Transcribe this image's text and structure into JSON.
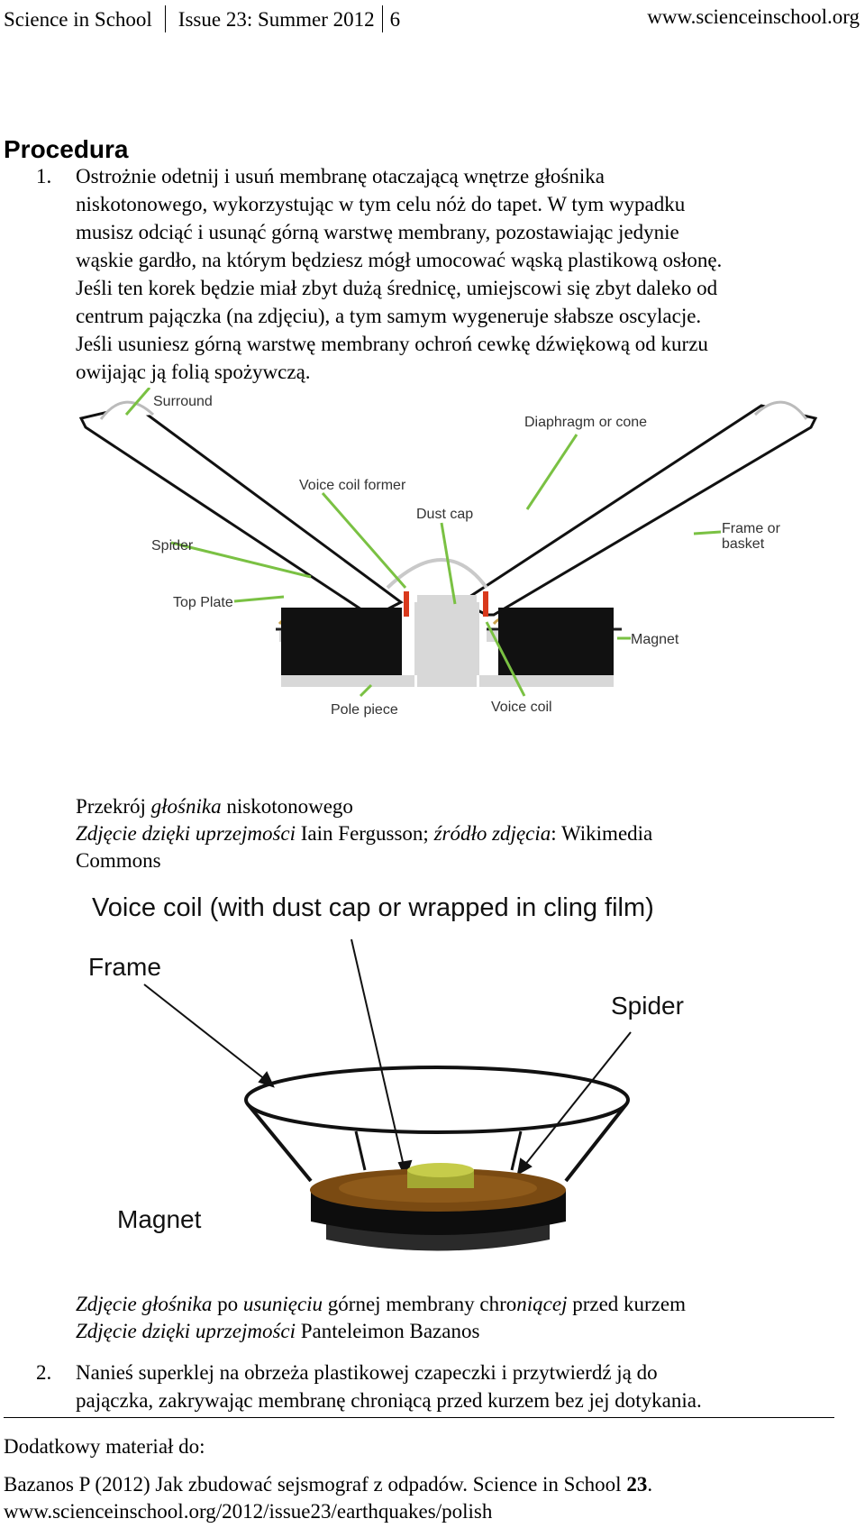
{
  "header": {
    "journal": "Science in School",
    "issue": "Issue 23: Summer 2012",
    "page": "6",
    "url": "www.scienceinschool.org"
  },
  "section_title": "Procedura",
  "step1": {
    "number": "1.",
    "lines": [
      "Ostrożnie odetnij i usuń membranę otaczającą wnętrze głośnika",
      "niskotonowego, wykorzystując w tym celu nóż do tapet. W tym wypadku",
      "musisz odciąć i usunąć górną warstwę membrany, pozostawiając jedynie",
      "wąskie gardło, na którym będziesz mógł umocować wąską plastikową osłonę.",
      "Jeśli ten korek będzie miał zbyt dużą średnicę, umiejscowi się zbyt daleko od",
      "centrum pajączka (na zdjęciu), a tym samym wygeneruje słabsze oscylacje.",
      "Jeśli usuniesz górną warstwę membrany ochroń cewkę dźwiękową od kurzu",
      "owijając ją folią spożywczą."
    ]
  },
  "diagram1": {
    "labels": {
      "surround": "Surround",
      "diaphragm": "Diaphragm or cone",
      "voice_coil_former": "Voice coil former",
      "dust_cap": "Dust cap",
      "frame_1": "Frame or",
      "frame_2": "basket",
      "spider": "Spider",
      "top_plate": "Top Plate",
      "magnet": "Magnet",
      "pole_piece": "Pole piece",
      "voice_coil": "Voice coil"
    },
    "colors": {
      "leader": "#7ac143",
      "magnet": "#111111",
      "plate": "#d8d8d8",
      "coil": "#d9391c",
      "spider": "#c8a04a"
    }
  },
  "caption1": {
    "line1_a": "Przekrój ",
    "line1_b": "głośnika",
    "line1_c": " niskotonowego",
    "line2_a": "Zdjęcie dzięki uprzejmości",
    "line2_b": " Iain Fergusson; ",
    "line2_c": "źródło zdjęcia",
    "line2_d": ": Wikimedia",
    "line3": "Commons"
  },
  "diagram2": {
    "title": "Voice coil (with dust cap or wrapped in cling film)",
    "frame": "Frame",
    "spider": "Spider",
    "magnet": "Magnet",
    "colors": {
      "ring": "#7a4a12",
      "coil": "#a3a832"
    }
  },
  "caption2": {
    "line1_a": "Zdjęcie głośnika",
    "line1_b": " po ",
    "line1_c": "usunięciu",
    "line1_d": " górnej membrany chro",
    "line1_e": "niącej",
    "line1_f": " przed kurzem",
    "line2_a": "Zdjęcie dzięki uprzejmości",
    "line2_b": " Panteleimon Bazanos"
  },
  "step2": {
    "number": "2.",
    "lines": [
      "Nanieś superklej na obrzeża plastikowej czapeczki i przytwierdź ją do",
      "pajączka, zakrywając membranę chroniącą przed kurzem bez jej dotykania."
    ]
  },
  "footer": {
    "label": "Dodatkowy materiał do:",
    "ref_a": "Bazanos P (2012) Jak zbudować sejsmograf z odpadów. Science in School ",
    "ref_b": "23",
    "ref_c": ".",
    "ref_url": "www.scienceinschool.org/2012/issue23/earthquakes/polish"
  }
}
